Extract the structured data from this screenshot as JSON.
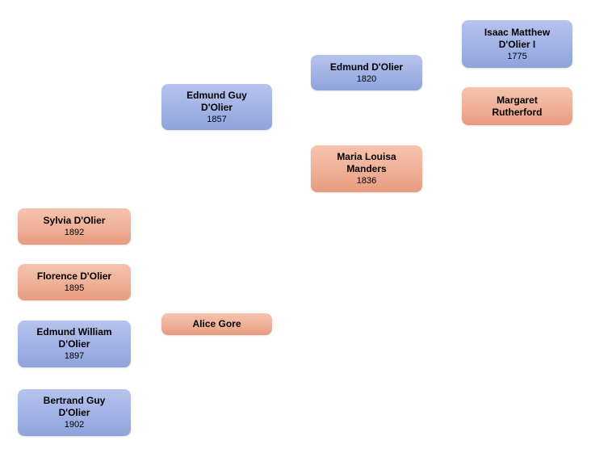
{
  "diagram": {
    "type": "family-tree",
    "background_color": "#ffffff",
    "male_color_top": "#b6c3ed",
    "male_color_bottom": "#8fa3db",
    "female_color_top": "#f5c3ae",
    "female_color_bottom": "#e89a7e",
    "text_color": "#000000"
  },
  "nodes": [
    {
      "id": "isaac",
      "name": "Isaac Matthew\nD'Olier I",
      "year": "1775",
      "gender": "male"
    },
    {
      "id": "margaret",
      "name": "Margaret\nRutherford",
      "year": "",
      "gender": "female"
    },
    {
      "id": "edmund-1820",
      "name": "Edmund D'Olier",
      "year": "1820",
      "gender": "male"
    },
    {
      "id": "maria",
      "name": "Maria Louisa\nManders",
      "year": "1836",
      "gender": "female"
    },
    {
      "id": "edmund-guy",
      "name": "Edmund Guy\nD'Olier",
      "year": "1857",
      "gender": "male"
    },
    {
      "id": "sylvia",
      "name": "Sylvia D'Olier",
      "year": "1892",
      "gender": "female"
    },
    {
      "id": "florence",
      "name": "Florence D'Olier",
      "year": "1895",
      "gender": "female"
    },
    {
      "id": "edmund-william",
      "name": "Edmund William\nD'Olier",
      "year": "1897",
      "gender": "male"
    },
    {
      "id": "bertrand",
      "name": "Bertrand Guy\nD'Olier",
      "year": "1902",
      "gender": "male"
    },
    {
      "id": "alice",
      "name": "Alice Gore",
      "year": "",
      "gender": "female"
    }
  ]
}
